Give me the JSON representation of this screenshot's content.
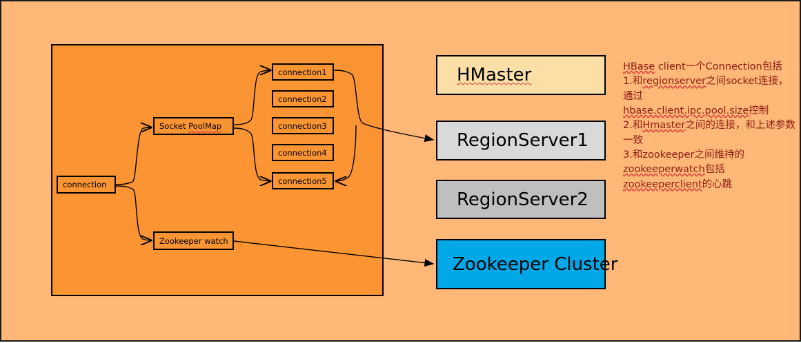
{
  "diagram": {
    "title_text_present": false,
    "colors": {
      "outer_background": "#FFB878",
      "inner_panel": "#FB9433",
      "hmaster_fill": "#FBDFA6",
      "regionserver1_fill": "#D9D9D9",
      "regionserver2_fill": "#BFBFBF",
      "zookeeper_fill": "#00A8E8",
      "note_text": "#8E1A13",
      "stroke": "#000000",
      "spellcheck_underline": "#E03B3B"
    },
    "client_panel": {
      "connection_box": {
        "label": "connection"
      },
      "socket_pool_map": {
        "label_plain": "Socket ",
        "label_spell": "PoolMap"
      },
      "zookeeper_watch": {
        "label": "Zookeeper watch"
      },
      "connections": [
        {
          "label": "connection1"
        },
        {
          "label": "connection2"
        },
        {
          "label": "connection3"
        },
        {
          "label": "connection4"
        },
        {
          "label": "connection5"
        }
      ]
    },
    "services": [
      {
        "id": "hmaster",
        "label": "HMaster",
        "spellchecked": true
      },
      {
        "id": "regionserver1",
        "label": "RegionServer1",
        "spellchecked": false
      },
      {
        "id": "regionserver2",
        "label": "RegionServer2",
        "spellchecked": false
      },
      {
        "id": "zookeeper-cluster",
        "label": "Zookeeper Cluster",
        "spellchecked": false
      }
    ],
    "note": {
      "lines": [
        {
          "segments": [
            {
              "t": "HBase",
              "spell": true
            },
            {
              "t": " client一个Connection包括",
              "spell": false
            }
          ]
        },
        {
          "segments": [
            {
              "t": "1.和",
              "spell": false
            },
            {
              "t": "regionserver",
              "spell": true
            },
            {
              "t": "之间socket连接，通过",
              "spell": false
            }
          ]
        },
        {
          "segments": [
            {
              "t": "hbase.client.ipc.pool.size",
              "spell": true
            },
            {
              "t": "控制",
              "spell": false
            }
          ]
        },
        {
          "segments": [
            {
              "t": "2.和",
              "spell": false
            },
            {
              "t": "Hmaster",
              "spell": true
            },
            {
              "t": "之间的连接，和上述参数一致",
              "spell": false
            }
          ]
        },
        {
          "segments": [
            {
              "t": "3.和zookeeper之间维持的",
              "spell": false
            }
          ]
        },
        {
          "segments": [
            {
              "t": "zookeeperwatch",
              "spell": true
            },
            {
              "t": "包括",
              "spell": false
            }
          ]
        },
        {
          "segments": [
            {
              "t": "zookeeperclient",
              "spell": true
            },
            {
              "t": "的心跳",
              "spell": false
            }
          ]
        }
      ]
    },
    "edges": [
      {
        "from": "connection",
        "to": "socket-pool-map",
        "style": "curve-arrow"
      },
      {
        "from": "connection",
        "to": "zookeeper-watch",
        "style": "curve-arrow"
      },
      {
        "from": "socket-pool-map",
        "to": "connection1",
        "style": "curve-arrow"
      },
      {
        "from": "socket-pool-map",
        "to": "connection5",
        "style": "curve-arrow"
      },
      {
        "from": "connection1",
        "to": "regionserver1",
        "style": "curve-arrow-reverse"
      },
      {
        "from": "connection5",
        "to": "regionserver1",
        "style": "curve-arrow-reverse"
      },
      {
        "from": "zookeeper-watch",
        "to": "zookeeper-cluster",
        "style": "straight-arrow"
      }
    ]
  }
}
